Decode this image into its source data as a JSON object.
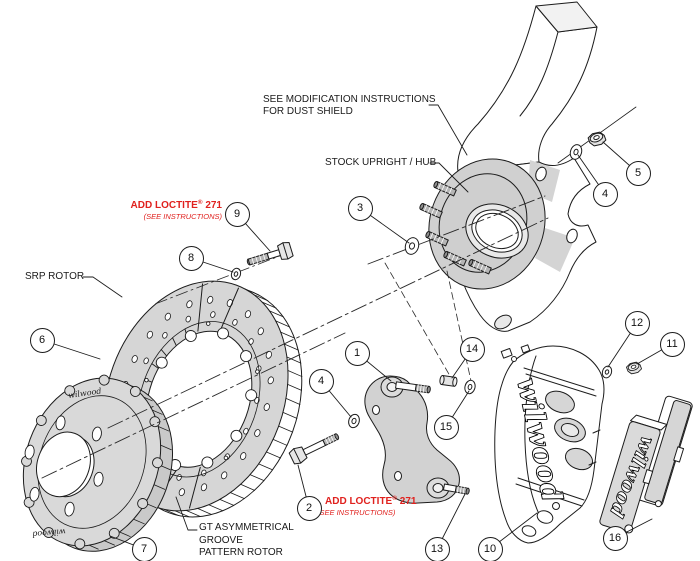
{
  "colors": {
    "line": "#1c1c1c",
    "rotor_face": "#d6d6d6",
    "hat_face": "#d9d9d9",
    "shadow_gray": "#c9c9c9",
    "accent_red": "#e0211e",
    "background": "#ffffff"
  },
  "labels": {
    "modification_note_line1": "SEE MODIFICATION INSTRUCTIONS",
    "modification_note_line2": "FOR DUST SHIELD",
    "stock_upright_hub": "STOCK UPRIGHT / HUB",
    "srp_rotor": "SRP ROTOR",
    "gt_rotor_line1": "GT ASYMMETRICAL",
    "gt_rotor_line2": "GROOVE",
    "gt_rotor_line3": "PATTERN ROTOR",
    "loctite_name": "ADD LOCTITE",
    "loctite_reg": "®",
    "loctite_num": "271",
    "loctite_note": "(SEE INSTRUCTIONS)"
  },
  "brand": {
    "script": "wilwood"
  },
  "callouts": [
    {
      "number": "1"
    },
    {
      "number": "2"
    },
    {
      "number": "3"
    },
    {
      "number": "4"
    },
    {
      "number": "4"
    },
    {
      "number": "5"
    },
    {
      "number": "6"
    },
    {
      "number": "7"
    },
    {
      "number": "8"
    },
    {
      "number": "9"
    },
    {
      "number": "10"
    },
    {
      "number": "11"
    },
    {
      "number": "12"
    },
    {
      "number": "13"
    },
    {
      "number": "14"
    },
    {
      "number": "15"
    },
    {
      "number": "16"
    }
  ]
}
